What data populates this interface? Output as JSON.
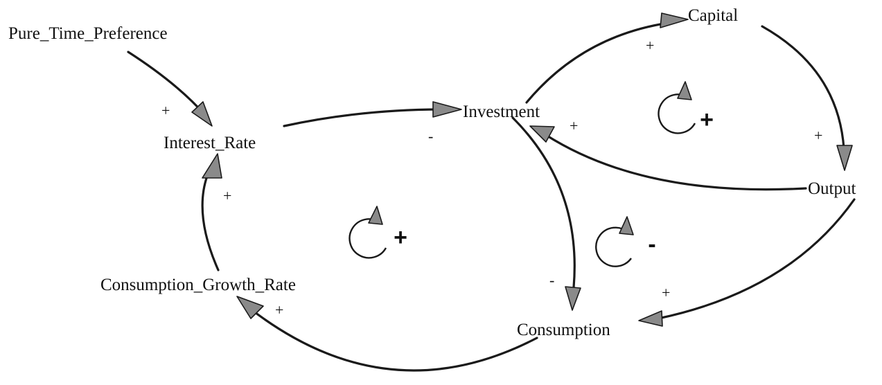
{
  "nodes": {
    "pure_time_preference": "Pure_Time_Preference",
    "interest_rate": "Interest_Rate",
    "investment": "Investment",
    "capital": "Capital",
    "output": "Output",
    "consumption": "Consumption",
    "consumption_growth_rate": "Consumption_Growth_Rate"
  },
  "links": [
    {
      "from": "Pure_Time_Preference",
      "to": "Interest_Rate",
      "polarity": "+"
    },
    {
      "from": "Interest_Rate",
      "to": "Investment",
      "polarity": "-"
    },
    {
      "from": "Investment",
      "to": "Capital",
      "polarity": "+"
    },
    {
      "from": "Capital",
      "to": "Output",
      "polarity": "+"
    },
    {
      "from": "Output",
      "to": "Investment",
      "polarity": "+"
    },
    {
      "from": "Investment",
      "to": "Consumption",
      "polarity": "-"
    },
    {
      "from": "Output",
      "to": "Consumption",
      "polarity": "+"
    },
    {
      "from": "Consumption",
      "to": "Consumption_Growth_Rate",
      "polarity": "+"
    },
    {
      "from": "Consumption_Growth_Rate",
      "to": "Interest_Rate",
      "polarity": "+"
    }
  ],
  "loops": [
    {
      "id": "capital_loop",
      "polarity": "+"
    },
    {
      "id": "main_loop",
      "polarity": "+"
    },
    {
      "id": "consumption_loop",
      "polarity": "-"
    }
  ],
  "colors": {
    "arrow_fill": "#8a8a8a",
    "line": "#1a1a1a"
  }
}
